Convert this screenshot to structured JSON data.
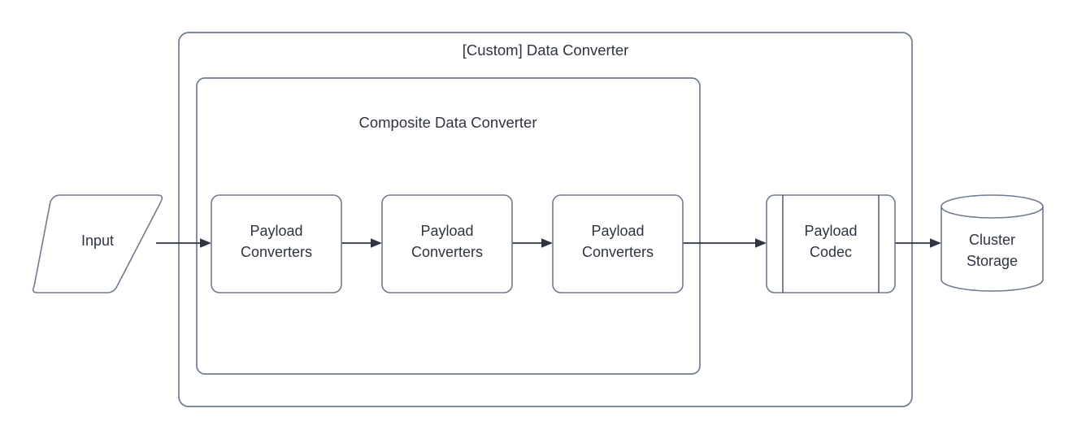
{
  "diagram": {
    "title": "[Custom] Data Converter",
    "background_color": "#ffffff",
    "stroke_color": "#6f7b8c",
    "text_color": "#2e3440",
    "connector_color": "#2e3440",
    "containers": [
      {
        "id": "custom-data-converter",
        "label": "[Custom] Data Converter",
        "shape": "rounded-rectangle"
      },
      {
        "id": "composite-data-converter",
        "label": "Composite Data Converter",
        "shape": "rounded-rectangle"
      }
    ],
    "nodes": [
      {
        "id": "input",
        "label": "Input",
        "shape": "parallelogram"
      },
      {
        "id": "payload-converters-1",
        "label_line1": "Payload",
        "label_line2": "Converters",
        "shape": "rounded-rectangle"
      },
      {
        "id": "payload-converters-2",
        "label_line1": "Payload",
        "label_line2": "Converters",
        "shape": "rounded-rectangle"
      },
      {
        "id": "payload-converters-3",
        "label_line1": "Payload",
        "label_line2": "Converters",
        "shape": "rounded-rectangle"
      },
      {
        "id": "payload-codec",
        "label_line1": "Payload",
        "label_line2": "Codec",
        "shape": "predefined-process"
      },
      {
        "id": "cluster-storage",
        "label_line1": "Cluster",
        "label_line2": "Storage",
        "shape": "cylinder"
      }
    ],
    "edges": [
      {
        "id": "edge-input-to-pc1",
        "from": "input",
        "to": "payload-converters-1",
        "arrow": "single"
      },
      {
        "id": "edge-pc1-to-pc2",
        "from": "payload-converters-1",
        "to": "payload-converters-2",
        "arrow": "single"
      },
      {
        "id": "edge-pc2-to-pc3",
        "from": "payload-converters-2",
        "to": "payload-converters-3",
        "arrow": "single"
      },
      {
        "id": "edge-pc3-to-codec",
        "from": "payload-converters-3",
        "to": "payload-codec",
        "arrow": "single"
      },
      {
        "id": "edge-codec-to-storage",
        "from": "payload-codec",
        "to": "cluster-storage",
        "arrow": "single"
      }
    ]
  }
}
